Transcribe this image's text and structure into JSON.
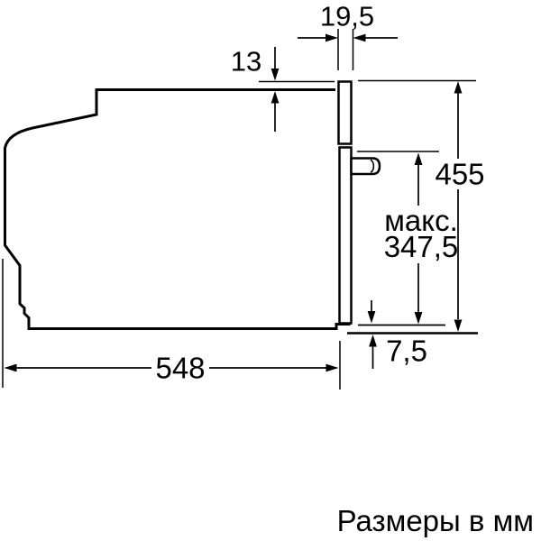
{
  "drawing": {
    "subject": "built-in oven side profile dimension drawing",
    "units": "mm",
    "labels": {
      "panel_thickness": "19,5",
      "panel_top_overhang": "13",
      "niche_height": "455",
      "max_prefix": "макс.",
      "max_value": "347,5",
      "bottom_clearance": "7,5",
      "depth": "548"
    },
    "values_mm": {
      "panel_thickness": 19.5,
      "panel_top_overhang": 13,
      "niche_height": 455,
      "max_height": 347.5,
      "bottom_clearance": 7.5,
      "depth": 548
    }
  },
  "footer": {
    "units_note": "Размеры в мм"
  },
  "colors": {
    "line": "#000000",
    "background": "#ffffff"
  }
}
